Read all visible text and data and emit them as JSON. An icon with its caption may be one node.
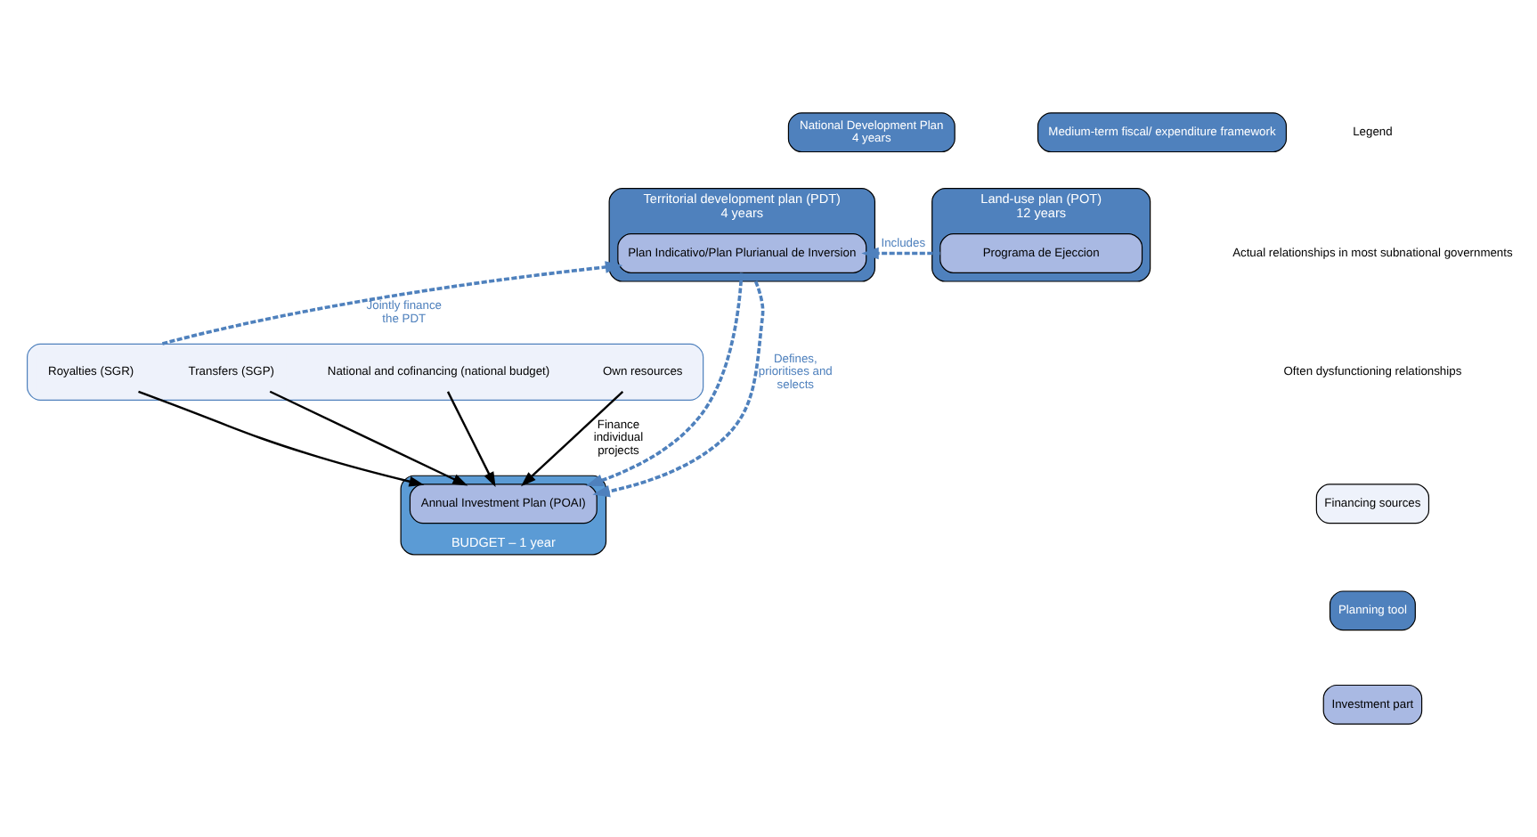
{
  "diagram": {
    "nodes": [
      {
        "text": [
          "National Development Plan",
          "4 years"
        ]
      },
      {
        "text": [
          "Territorial development plan (PDT)",
          "4 years"
        ]
      },
      {
        "text": [
          "Plan Indicativo/Plan Plurianual de Inversion"
        ],
        "in": 1
      },
      {
        "text": [
          "Land-use plan (POT)",
          "12 years"
        ]
      },
      {
        "text": [
          "Programa de Ejeccion"
        ],
        "in": 3
      },
      {
        "text": [
          "Medium-term fiscal/ expenditure framework"
        ]
      },
      {
        "text": [],
        "shape": "box"
      },
      {
        "text": [
          "Royalties (SGR)"
        ],
        "in": 6
      },
      {
        "text": [
          "Transfers (SGP)"
        ],
        "in": 6
      },
      {
        "text": [
          "National and cofinancing (national budget)"
        ],
        "in": 6
      },
      {
        "text": [
          "Own resources"
        ],
        "in": 6
      },
      {
        "text": [
          "BUDGET – 1 year"
        ]
      },
      {
        "text": [
          "Annual Investment Plan (POAI)"
        ],
        "in": 11
      }
    ],
    "edges": [
      {
        "from": 4,
        "to": 2,
        "arrow": "to",
        "label": "Includes",
        "style": "dashed",
        "color": "#4f81bd"
      },
      {
        "from": 6,
        "to": 2,
        "arrow": "to",
        "label": "Jointly finance the PDT",
        "style": "dashed",
        "color": "#4f81bd"
      },
      {
        "from": 2,
        "to": 12,
        "arrow": "to",
        "style": "dashed",
        "color": "#4f81bd"
      },
      {
        "from": 1,
        "to": 12,
        "arrow": "to",
        "label": "Defines, prioritises and selects",
        "style": "dashed",
        "color": "#4f81bd"
      },
      {
        "from": 7,
        "to": 12,
        "arrow": "to",
        "color": "#000000"
      },
      {
        "from": 8,
        "to": 12,
        "arrow": "to",
        "color": "#000000"
      },
      {
        "from": 9,
        "to": 12,
        "arrow": "to",
        "color": "#000000"
      },
      {
        "from": 10,
        "to": 12,
        "arrow": "to",
        "label": "Finance individual projects",
        "color": "#000000"
      }
    ],
    "labels": [
      "Legend"
    ],
    "legend": [
      {
        "text": "Actual relationships in most subnational governments"
      },
      {
        "text": "Often dysfunctioning relationships"
      },
      {
        "text": "Financing sources",
        "color": "#eef2fb"
      },
      {
        "text": "Planning tool",
        "color": "#4f81bd"
      },
      {
        "text": "Investment part",
        "color": "#a9b9e3"
      }
    ]
  }
}
